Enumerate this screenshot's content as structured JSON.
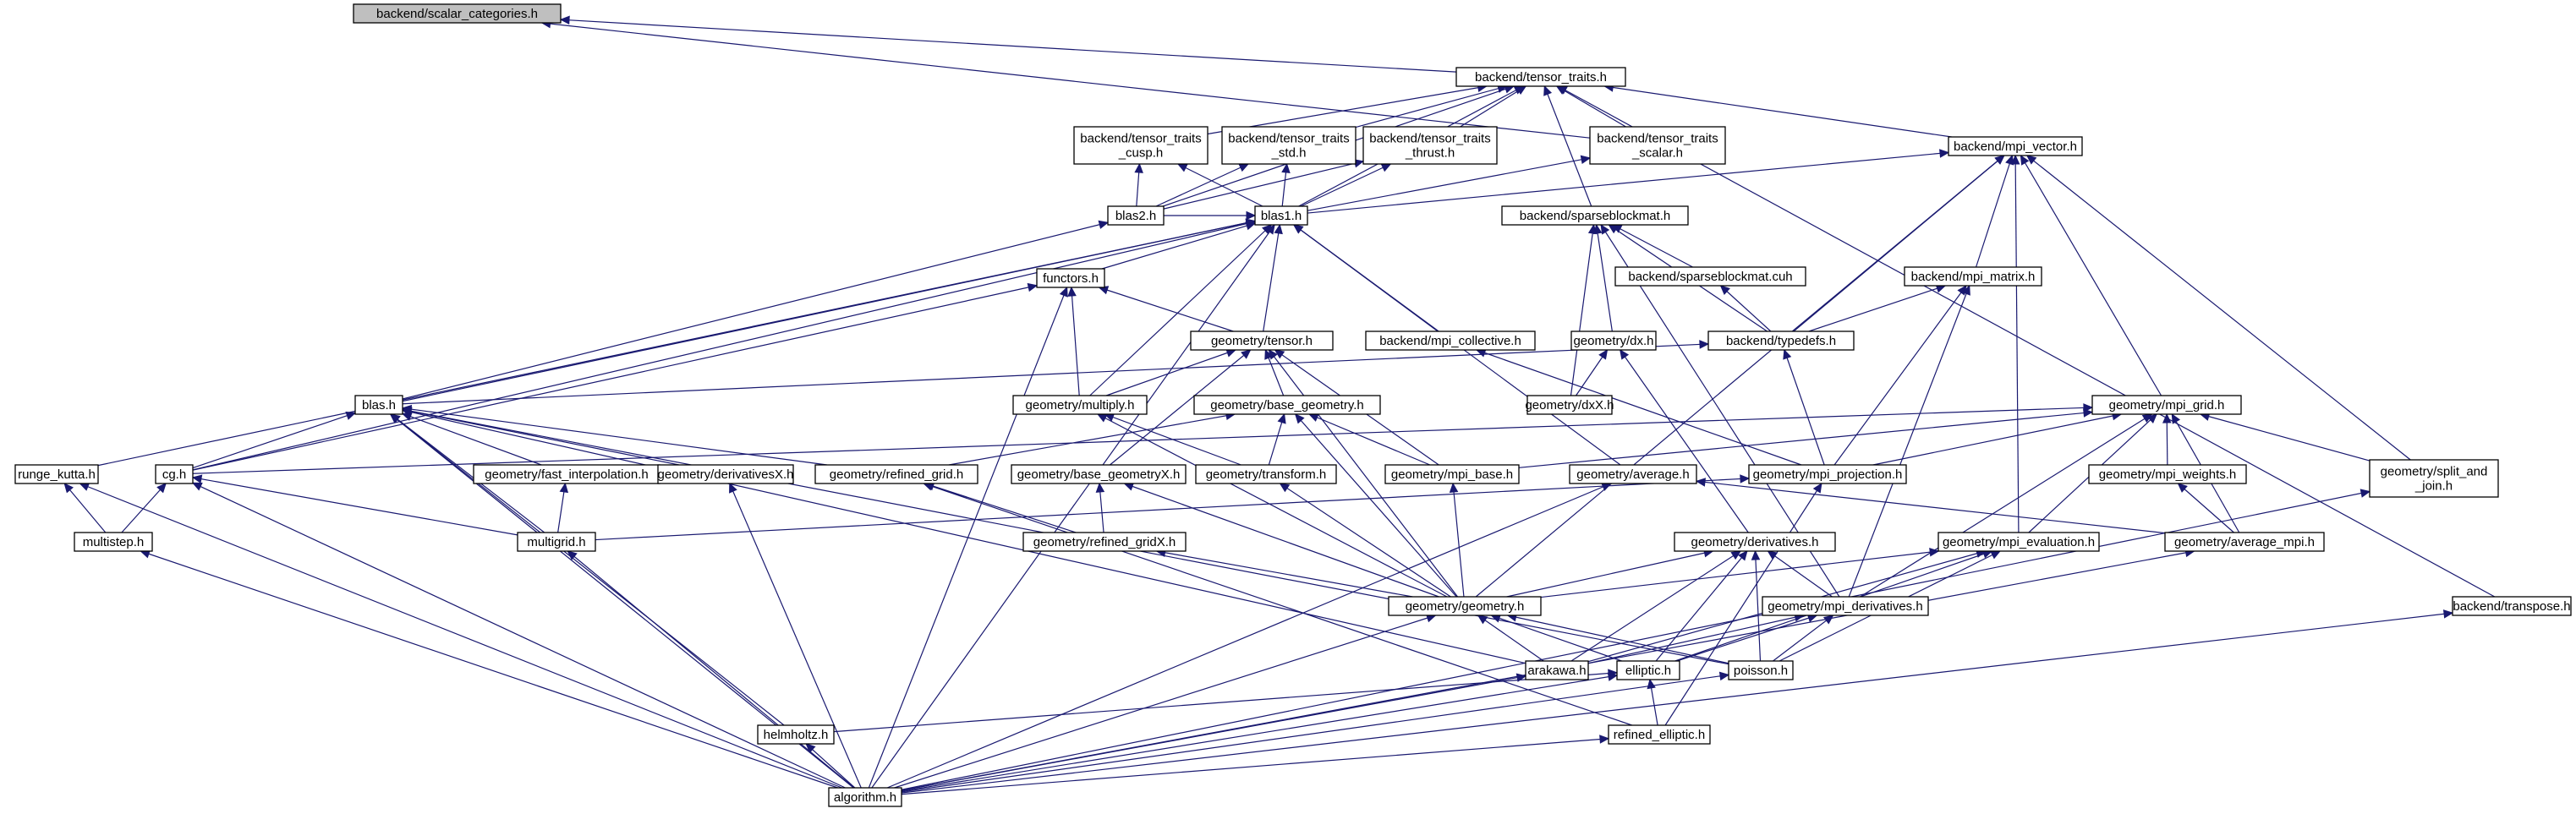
{
  "root": "backend/scalar_categories.h",
  "nodes": [
    {
      "id": "scalar_categories",
      "lines": [
        "backend/scalar_categories.h"
      ],
      "root": true,
      "interactable": false
    },
    {
      "id": "tensor_traits",
      "lines": [
        "backend/tensor_traits.h"
      ]
    },
    {
      "id": "tensor_traits_cusp",
      "lines": [
        "backend/tensor_traits",
        "_cusp.h"
      ]
    },
    {
      "id": "tensor_traits_std",
      "lines": [
        "backend/tensor_traits",
        "_std.h"
      ]
    },
    {
      "id": "tensor_traits_thrust",
      "lines": [
        "backend/tensor_traits",
        "_thrust.h"
      ]
    },
    {
      "id": "tensor_traits_scalar",
      "lines": [
        "backend/tensor_traits",
        "_scalar.h"
      ]
    },
    {
      "id": "mpi_vector",
      "lines": [
        "backend/mpi_vector.h"
      ]
    },
    {
      "id": "blas2",
      "lines": [
        "blas2.h"
      ]
    },
    {
      "id": "blas1",
      "lines": [
        "blas1.h"
      ]
    },
    {
      "id": "sparseblockmat",
      "lines": [
        "backend/sparseblockmat.h"
      ]
    },
    {
      "id": "sparseblockmat_cuh",
      "lines": [
        "backend/sparseblockmat.cuh"
      ]
    },
    {
      "id": "mpi_matrix",
      "lines": [
        "backend/mpi_matrix.h"
      ]
    },
    {
      "id": "functors",
      "lines": [
        "functors.h"
      ]
    },
    {
      "id": "tensor",
      "lines": [
        "geometry/tensor.h"
      ]
    },
    {
      "id": "mpi_collective",
      "lines": [
        "backend/mpi_collective.h"
      ]
    },
    {
      "id": "dx",
      "lines": [
        "geometry/dx.h"
      ]
    },
    {
      "id": "typedefs",
      "lines": [
        "backend/typedefs.h"
      ]
    },
    {
      "id": "blas",
      "lines": [
        "blas.h"
      ]
    },
    {
      "id": "multiply",
      "lines": [
        "geometry/multiply.h"
      ]
    },
    {
      "id": "base_geometry",
      "lines": [
        "geometry/base_geometry.h"
      ]
    },
    {
      "id": "dxX",
      "lines": [
        "geometry/dxX.h"
      ]
    },
    {
      "id": "mpi_grid",
      "lines": [
        "geometry/mpi_grid.h"
      ]
    },
    {
      "id": "runge_kutta",
      "lines": [
        "runge_kutta.h"
      ]
    },
    {
      "id": "cg",
      "lines": [
        "cg.h"
      ]
    },
    {
      "id": "fast_interpolation",
      "lines": [
        "geometry/fast_interpolation.h"
      ]
    },
    {
      "id": "derivativesX",
      "lines": [
        "geometry/derivativesX.h"
      ]
    },
    {
      "id": "refined_grid",
      "lines": [
        "geometry/refined_grid.h"
      ]
    },
    {
      "id": "base_geometryX",
      "lines": [
        "geometry/base_geometryX.h"
      ]
    },
    {
      "id": "transform",
      "lines": [
        "geometry/transform.h"
      ]
    },
    {
      "id": "mpi_base",
      "lines": [
        "geometry/mpi_base.h"
      ]
    },
    {
      "id": "average",
      "lines": [
        "geometry/average.h"
      ]
    },
    {
      "id": "mpi_projection",
      "lines": [
        "geometry/mpi_projection.h"
      ]
    },
    {
      "id": "mpi_weights",
      "lines": [
        "geometry/mpi_weights.h"
      ]
    },
    {
      "id": "split_and_join",
      "lines": [
        "geometry/split_and",
        "_join.h"
      ]
    },
    {
      "id": "multistep",
      "lines": [
        "multistep.h"
      ]
    },
    {
      "id": "multigrid",
      "lines": [
        "multigrid.h"
      ]
    },
    {
      "id": "refined_gridX",
      "lines": [
        "geometry/refined_gridX.h"
      ]
    },
    {
      "id": "derivatives",
      "lines": [
        "geometry/derivatives.h"
      ]
    },
    {
      "id": "mpi_evaluation",
      "lines": [
        "geometry/mpi_evaluation.h"
      ]
    },
    {
      "id": "average_mpi",
      "lines": [
        "geometry/average_mpi.h"
      ]
    },
    {
      "id": "geometry",
      "lines": [
        "geometry/geometry.h"
      ]
    },
    {
      "id": "mpi_derivatives",
      "lines": [
        "geometry/mpi_derivatives.h"
      ]
    },
    {
      "id": "transpose",
      "lines": [
        "backend/transpose.h"
      ]
    },
    {
      "id": "arakawa",
      "lines": [
        "arakawa.h"
      ]
    },
    {
      "id": "elliptic",
      "lines": [
        "elliptic.h"
      ]
    },
    {
      "id": "poisson",
      "lines": [
        "poisson.h"
      ]
    },
    {
      "id": "helmholtz",
      "lines": [
        "helmholtz.h"
      ]
    },
    {
      "id": "refined_elliptic",
      "lines": [
        "refined_elliptic.h"
      ]
    },
    {
      "id": "algorithm",
      "lines": [
        "algorithm.h"
      ]
    }
  ],
  "edges": [
    [
      "tensor_traits",
      "scalar_categories"
    ],
    [
      "tensor_traits_scalar",
      "scalar_categories"
    ],
    [
      "tensor_traits_cusp",
      "tensor_traits"
    ],
    [
      "tensor_traits_std",
      "tensor_traits"
    ],
    [
      "tensor_traits_thrust",
      "tensor_traits"
    ],
    [
      "tensor_traits_scalar",
      "tensor_traits"
    ],
    [
      "mpi_vector",
      "tensor_traits"
    ],
    [
      "blas2",
      "tensor_traits"
    ],
    [
      "blas1",
      "tensor_traits"
    ],
    [
      "sparseblockmat",
      "tensor_traits"
    ],
    [
      "transpose",
      "tensor_traits"
    ],
    [
      "blas2",
      "tensor_traits_cusp"
    ],
    [
      "blas1",
      "tensor_traits_cusp"
    ],
    [
      "blas2",
      "tensor_traits_std"
    ],
    [
      "blas1",
      "tensor_traits_std"
    ],
    [
      "blas2",
      "tensor_traits_thrust"
    ],
    [
      "blas1",
      "tensor_traits_thrust"
    ],
    [
      "blas1",
      "tensor_traits_scalar"
    ],
    [
      "blas1",
      "mpi_vector"
    ],
    [
      "typedefs",
      "mpi_vector"
    ],
    [
      "mpi_matrix",
      "mpi_vector"
    ],
    [
      "mpi_grid",
      "mpi_vector"
    ],
    [
      "split_and_join",
      "mpi_vector"
    ],
    [
      "mpi_evaluation",
      "mpi_vector"
    ],
    [
      "geometry",
      "mpi_vector"
    ],
    [
      "blas",
      "blas2"
    ],
    [
      "blas2",
      "blas1"
    ],
    [
      "functors",
      "blas1"
    ],
    [
      "tensor",
      "blas1"
    ],
    [
      "mpi_collective",
      "blas1"
    ],
    [
      "blas",
      "blas1"
    ],
    [
      "multiply",
      "blas1"
    ],
    [
      "cg",
      "blas1"
    ],
    [
      "runge_kutta",
      "blas1"
    ],
    [
      "average",
      "blas1"
    ],
    [
      "algorithm",
      "blas1"
    ],
    [
      "sparseblockmat_cuh",
      "sparseblockmat"
    ],
    [
      "typedefs",
      "sparseblockmat"
    ],
    [
      "dx",
      "sparseblockmat"
    ],
    [
      "dxX",
      "sparseblockmat"
    ],
    [
      "mpi_derivatives",
      "sparseblockmat"
    ],
    [
      "typedefs",
      "sparseblockmat_cuh"
    ],
    [
      "typedefs",
      "mpi_matrix"
    ],
    [
      "mpi_projection",
      "mpi_matrix"
    ],
    [
      "mpi_derivatives",
      "mpi_matrix"
    ],
    [
      "tensor",
      "functors"
    ],
    [
      "multiply",
      "functors"
    ],
    [
      "cg",
      "functors"
    ],
    [
      "algorithm",
      "functors"
    ],
    [
      "multiply",
      "tensor"
    ],
    [
      "base_geometry",
      "tensor"
    ],
    [
      "base_geometryX",
      "tensor"
    ],
    [
      "mpi_base",
      "tensor"
    ],
    [
      "geometry",
      "tensor"
    ],
    [
      "mpi_projection",
      "mpi_collective"
    ],
    [
      "dxX",
      "dx"
    ],
    [
      "derivatives",
      "dx"
    ],
    [
      "blas",
      "typedefs"
    ],
    [
      "mpi_projection",
      "typedefs"
    ],
    [
      "transform",
      "multiply"
    ],
    [
      "geometry",
      "multiply"
    ],
    [
      "refined_grid",
      "base_geometry"
    ],
    [
      "transform",
      "base_geometry"
    ],
    [
      "mpi_base",
      "base_geometry"
    ],
    [
      "geometry",
      "base_geometry"
    ],
    [
      "cg",
      "mpi_grid"
    ],
    [
      "mpi_base",
      "mpi_grid"
    ],
    [
      "mpi_projection",
      "mpi_grid"
    ],
    [
      "mpi_weights",
      "mpi_grid"
    ],
    [
      "split_and_join",
      "mpi_grid"
    ],
    [
      "mpi_evaluation",
      "mpi_grid"
    ],
    [
      "average_mpi",
      "mpi_grid"
    ],
    [
      "mpi_derivatives",
      "mpi_grid"
    ],
    [
      "cg",
      "blas"
    ],
    [
      "fast_interpolation",
      "blas"
    ],
    [
      "derivativesX",
      "blas"
    ],
    [
      "refined_grid",
      "blas"
    ],
    [
      "multigrid",
      "blas"
    ],
    [
      "helmholtz",
      "blas"
    ],
    [
      "arakawa",
      "blas"
    ],
    [
      "poisson",
      "blas"
    ],
    [
      "algorithm",
      "blas"
    ],
    [
      "multistep",
      "runge_kutta"
    ],
    [
      "algorithm",
      "runge_kutta"
    ],
    [
      "multistep",
      "cg"
    ],
    [
      "multigrid",
      "cg"
    ],
    [
      "algorithm",
      "cg"
    ],
    [
      "multigrid",
      "fast_interpolation"
    ],
    [
      "algorithm",
      "derivativesX"
    ],
    [
      "refined_gridX",
      "refined_grid"
    ],
    [
      "refined_elliptic",
      "refined_grid"
    ],
    [
      "refined_gridX",
      "base_geometryX"
    ],
    [
      "geometry",
      "base_geometryX"
    ],
    [
      "geometry",
      "transform"
    ],
    [
      "geometry",
      "mpi_base"
    ],
    [
      "average_mpi",
      "average"
    ],
    [
      "algorithm",
      "average"
    ],
    [
      "multigrid",
      "mpi_projection"
    ],
    [
      "refined_elliptic",
      "mpi_projection"
    ],
    [
      "average_mpi",
      "mpi_weights"
    ],
    [
      "algorithm",
      "split_and_join"
    ],
    [
      "algorithm",
      "multistep"
    ],
    [
      "algorithm",
      "multigrid"
    ],
    [
      "geometry",
      "refined_gridX"
    ],
    [
      "geometry",
      "derivatives"
    ],
    [
      "mpi_derivatives",
      "derivatives"
    ],
    [
      "arakawa",
      "derivatives"
    ],
    [
      "elliptic",
      "derivatives"
    ],
    [
      "poisson",
      "derivatives"
    ],
    [
      "geometry",
      "mpi_evaluation"
    ],
    [
      "arakawa",
      "mpi_evaluation"
    ],
    [
      "elliptic",
      "mpi_evaluation"
    ],
    [
      "poisson",
      "mpi_evaluation"
    ],
    [
      "algorithm",
      "average_mpi"
    ],
    [
      "arakawa",
      "geometry"
    ],
    [
      "elliptic",
      "geometry"
    ],
    [
      "poisson",
      "geometry"
    ],
    [
      "algorithm",
      "geometry"
    ],
    [
      "arakawa",
      "mpi_derivatives"
    ],
    [
      "elliptic",
      "mpi_derivatives"
    ],
    [
      "poisson",
      "mpi_derivatives"
    ],
    [
      "algorithm",
      "transpose"
    ],
    [
      "algorithm",
      "arakawa"
    ],
    [
      "helmholtz",
      "elliptic"
    ],
    [
      "refined_elliptic",
      "elliptic"
    ],
    [
      "algorithm",
      "elliptic"
    ],
    [
      "algorithm",
      "poisson"
    ],
    [
      "algorithm",
      "helmholtz"
    ],
    [
      "algorithm",
      "refined_elliptic"
    ]
  ],
  "colors": {
    "root_fill": "#bfbfbf",
    "node_fill": "#ffffff",
    "border": "#000000",
    "edge": "#191970"
  }
}
